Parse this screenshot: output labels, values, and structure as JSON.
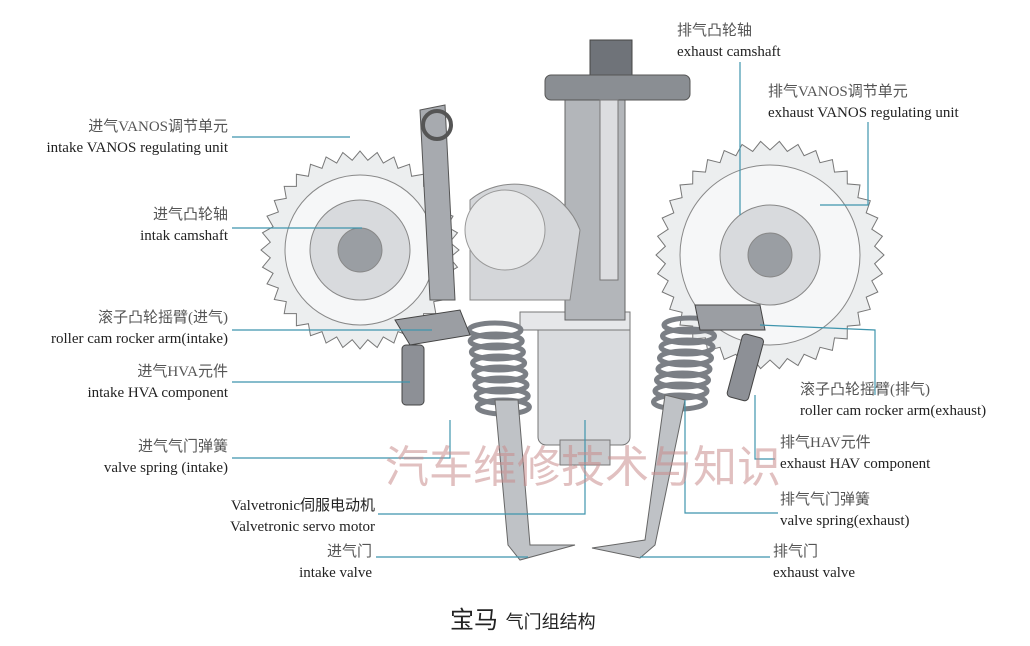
{
  "labels": {
    "intake_vanos": {
      "zh": "进气VANOS调节单元",
      "en": "intake VANOS regulating unit"
    },
    "intake_camshaft": {
      "zh": "进气凸轮轴",
      "en": "intak camshaft"
    },
    "roller_intake": {
      "zh": "滚子凸轮摇臂(进气)",
      "en": "roller cam rocker arm(intake)"
    },
    "intake_hva": {
      "zh": "进气HVA元件",
      "en": "intake HVA component"
    },
    "spring_intake": {
      "zh": "进气气门弹簧",
      "en": "valve spring (intake)"
    },
    "servo": {
      "zh": "Valvetronic伺服电动机",
      "en": "Valvetronic servo motor"
    },
    "intake_valve": {
      "zh": "进气门",
      "en": "intake valve"
    },
    "exhaust_camshaft": {
      "zh": "排气凸轮轴",
      "en": "exhaust camshaft"
    },
    "exhaust_vanos": {
      "zh": "排气VANOS调节单元",
      "en": "exhaust VANOS regulating unit"
    },
    "roller_exhaust": {
      "zh": "滚子凸轮摇臂(排气)",
      "en": "roller cam rocker arm(exhaust)"
    },
    "exhaust_hav": {
      "zh": "排气HAV元件",
      "en": "exhaust HAV component"
    },
    "spring_exhaust": {
      "zh": "排气气门弹簧",
      "en": "valve spring(exhaust)"
    },
    "exhaust_valve": {
      "zh": "排气门",
      "en": "exhaust valve"
    }
  },
  "watermark": "汽车维修技术与知识",
  "caption": {
    "brand": "宝马",
    "title": "气门组结构"
  },
  "colors": {
    "leader": "#3f95ad",
    "metal": "#c9ccd0",
    "dark": "#6b6f75"
  }
}
